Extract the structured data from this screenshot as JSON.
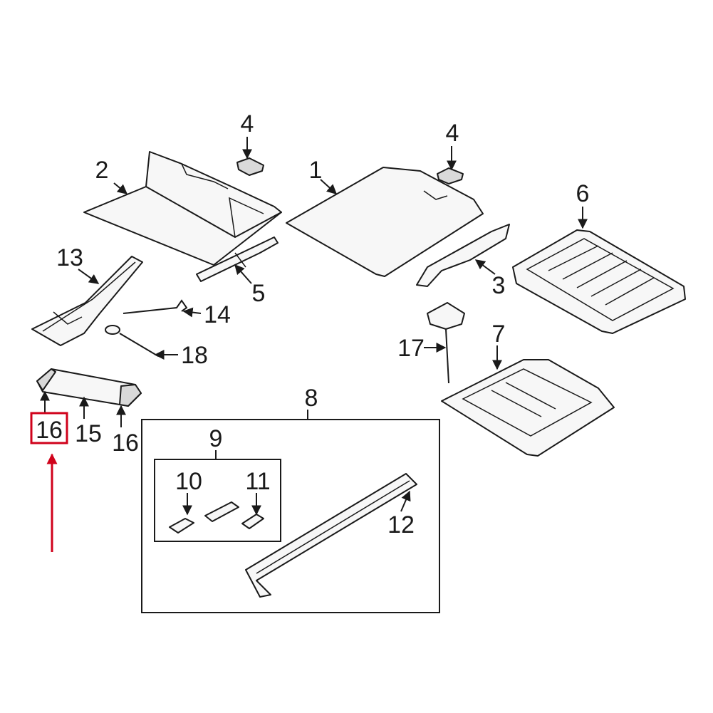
{
  "callouts": {
    "c1": "1",
    "c2": "2",
    "c3": "3",
    "c4a": "4",
    "c4b": "4",
    "c5": "5",
    "c6": "6",
    "c7": "7",
    "c8": "8",
    "c9": "9",
    "c10": "10",
    "c11": "11",
    "c12": "12",
    "c13": "13",
    "c14": "14",
    "c15": "15",
    "c16a": "16",
    "c16b": "16",
    "c17": "17",
    "c18": "18"
  },
  "colors": {
    "highlight": "#d0021b",
    "line": "#1a1a1a",
    "part_fill": "#f7f7f7"
  },
  "highlighted_callout": "c16a"
}
